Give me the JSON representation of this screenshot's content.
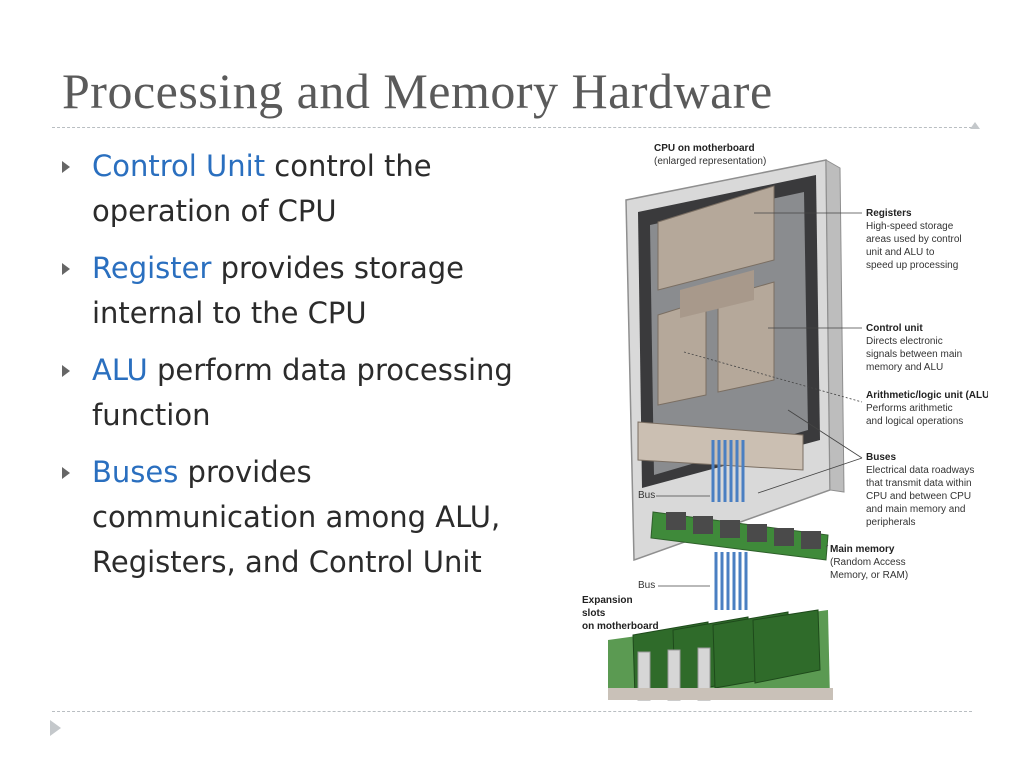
{
  "slide": {
    "title": "Processing and Memory Hardware",
    "bullets": [
      {
        "term": "Control Unit",
        "line1": " control the",
        "line2": "operation of CPU"
      },
      {
        "term": "Register",
        "line1": " provides storage",
        "line2": "internal to the CPU"
      },
      {
        "term": "ALU",
        "line1": " perform data processing",
        "line2": "function"
      },
      {
        "term": "Buses",
        "line1": " provides",
        "line2": "communication among ALU,",
        "line3": "Registers, and Control Unit"
      }
    ]
  },
  "figure": {
    "heading1": "CPU on motherboard",
    "heading2": "(enlarged representation)",
    "registers_title": "Registers",
    "registers_desc": [
      "High-speed storage",
      "areas used by control",
      "unit and ALU to",
      "speed up processing"
    ],
    "control_title": "Control unit",
    "control_desc": [
      "Directs electronic",
      "signals between main",
      "memory and ALU"
    ],
    "alu_title": "Arithmetic/logic unit (ALU)",
    "alu_desc": [
      "Performs arithmetic",
      "and logical operations"
    ],
    "buses_title": "Buses",
    "buses_desc": [
      "Electrical data roadways",
      "that transmit data within",
      "CPU and between CPU",
      "and main memory and",
      "peripherals"
    ],
    "bus_label_1": "Bus",
    "bus_label_2": "Bus",
    "memory_title": "Main memory",
    "memory_desc": [
      "(Random Access",
      "Memory, or RAM)"
    ],
    "slots_title": [
      "Expansion",
      "slots",
      "on motherboard"
    ]
  },
  "colors": {
    "title": "#5a5a5a",
    "term": "#2a6fbf",
    "body": "#2b2b2b"
  }
}
